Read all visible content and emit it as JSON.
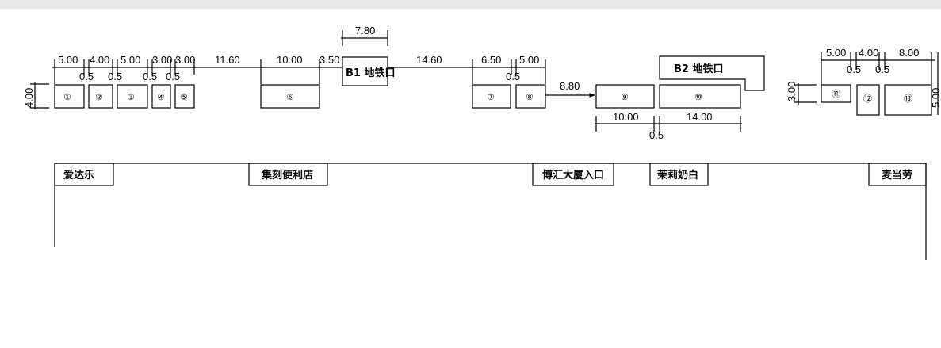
{
  "station_labels": {
    "b1": "B1 地铁口",
    "b2": "B2 地铁口"
  },
  "dimensions": {
    "b1_width": "7.80",
    "top_row": [
      "5.00",
      "4.00",
      "5.00",
      "3.00",
      "3.00",
      "11.60",
      "10.00",
      "3.50",
      "14.60",
      "6.50",
      "5.00"
    ],
    "gaps": [
      "0.5",
      "0.5",
      "0.5",
      "0.5",
      "0.5"
    ],
    "left_height": "4.00",
    "to_stall9": "8.80",
    "lower": [
      "10.00",
      "14.00"
    ],
    "lower_gap": "0.5",
    "right_top": [
      "5.00",
      "4.00",
      "8.00"
    ],
    "right_gaps": [
      "0.5",
      "0.5"
    ],
    "right_height": "3.00",
    "right_edge": "5.00"
  },
  "stalls": [
    "①",
    "②",
    "③",
    "④",
    "⑤",
    "⑥",
    "⑦",
    "⑧",
    "⑨",
    "⑩",
    "⑪",
    "⑫",
    "⑬"
  ],
  "shops": [
    "爱达乐",
    "集刻便利店",
    "博汇大厦入口",
    "茉莉奶白",
    "麦当劳"
  ]
}
